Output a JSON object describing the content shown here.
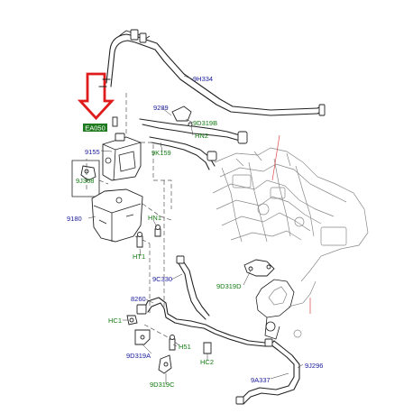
{
  "labels": {
    "l_9h334": "9H334",
    "l_9289": "9289",
    "l_9d319b": "9D319B",
    "l_hn2": "HN2",
    "l_9155": "9155",
    "l_9k159": "9K159",
    "l_9j308": "9J308",
    "l_9180": "9180",
    "l_hn1": "HN1",
    "l_ht1": "HT1",
    "l_9c330": "9C330",
    "l_8260": "8260",
    "l_hc1": "HC1",
    "l_9d319a": "9D319A",
    "l_h51": "H51",
    "l_hc2": "HC2",
    "l_9d319c": "9D319C",
    "l_9d319d": "9D319D",
    "l_9a337": "9A337",
    "l_9j296": "9J296",
    "tag": "EA050"
  },
  "colors": {
    "arrow": "#e01b1b",
    "part_number_text": "#1a1a9c",
    "fixing_code_text": "#137a13",
    "tag_fill": "#1e7a1e",
    "leader_red": "#d44444"
  },
  "highlight": {
    "icon": "arrow-down-icon"
  }
}
